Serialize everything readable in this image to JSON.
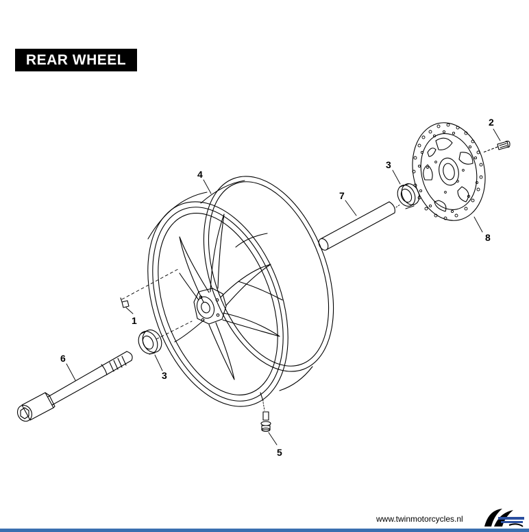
{
  "title": "REAR WHEEL",
  "callouts": {
    "c1": "1",
    "c2": "2",
    "c3a": "3",
    "c3b": "3",
    "c4": "4",
    "c5": "5",
    "c6": "6",
    "c7": "7",
    "c8": "8"
  },
  "footer": {
    "url": "www.twinmotorcycles.nl"
  },
  "icons": {
    "logo": "twinmotorcycles-logo-icon"
  },
  "colors": {
    "footer_rule": "#3a6fb0",
    "logo_blue": "#2a4fa0"
  }
}
